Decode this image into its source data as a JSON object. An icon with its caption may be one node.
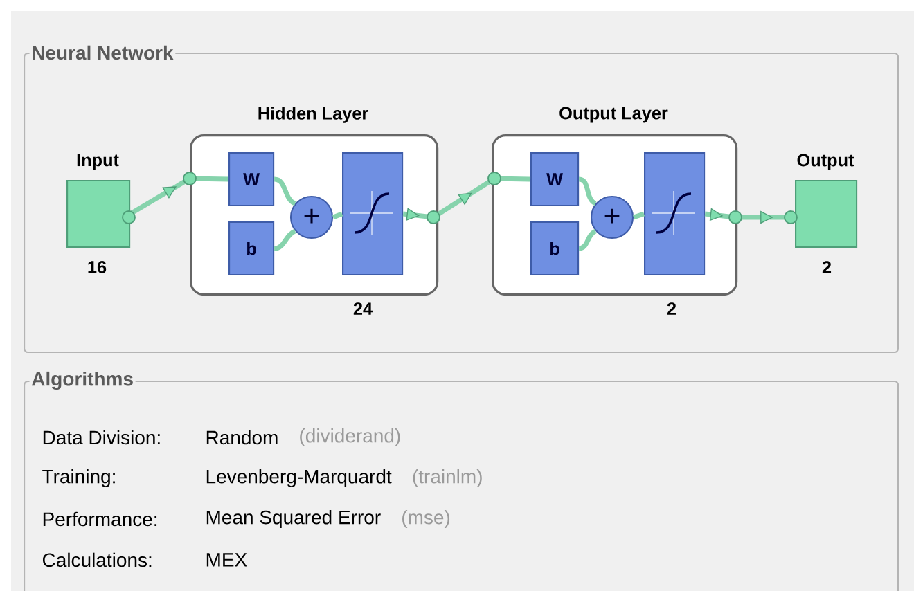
{
  "diagram": {
    "nodes": [
      {
        "text": [
          "Neural Network"
        ]
      },
      {
        "text": [
          "Input"
        ],
        "beside": [
          "16"
        ],
        "in": 0
      },
      {
        "text": [
          "Hidden Layer"
        ],
        "beside": [
          "24"
        ],
        "in": 0
      },
      {
        "text": [
          "W"
        ],
        "in": 2
      },
      {
        "text": [
          "b"
        ],
        "in": 2
      },
      {
        "text": [
          "+"
        ],
        "in": 2
      },
      {
        "text": [],
        "shape": "box",
        "in": 2
      },
      {
        "text": [
          "Output Layer"
        ],
        "beside": [
          "2"
        ],
        "in": 0
      },
      {
        "text": [
          "W"
        ],
        "in": 7
      },
      {
        "text": [
          "b"
        ],
        "in": 7
      },
      {
        "text": [
          "+"
        ],
        "in": 7
      },
      {
        "text": [],
        "shape": "box",
        "in": 7
      },
      {
        "text": [
          "Output"
        ],
        "beside": [
          "2"
        ],
        "in": 0
      },
      {
        "text": [
          "Algorithms"
        ]
      }
    ],
    "edges": [
      {
        "from": 1,
        "to": 3,
        "arrow": "to"
      },
      {
        "from": 3,
        "to": 5,
        "arrow": "none"
      },
      {
        "from": 4,
        "to": 5,
        "arrow": "none"
      },
      {
        "from": 5,
        "to": 6,
        "arrow": "none"
      },
      {
        "from": 6,
        "to": 8,
        "arrow": "to"
      },
      {
        "from": 8,
        "to": 10,
        "arrow": "none"
      },
      {
        "from": 9,
        "to": 10,
        "arrow": "none"
      },
      {
        "from": 10,
        "to": 11,
        "arrow": "none"
      },
      {
        "from": 11,
        "to": 12,
        "arrow": "to"
      }
    ],
    "labels": [
      "Data Division:",
      "Random",
      "(dividerand)",
      "Training:",
      "Levenberg-Marquardt",
      "(trainlm)",
      "Performance:",
      "Mean Squared Error",
      "(mse)",
      "Calculations:",
      "MEX"
    ]
  }
}
